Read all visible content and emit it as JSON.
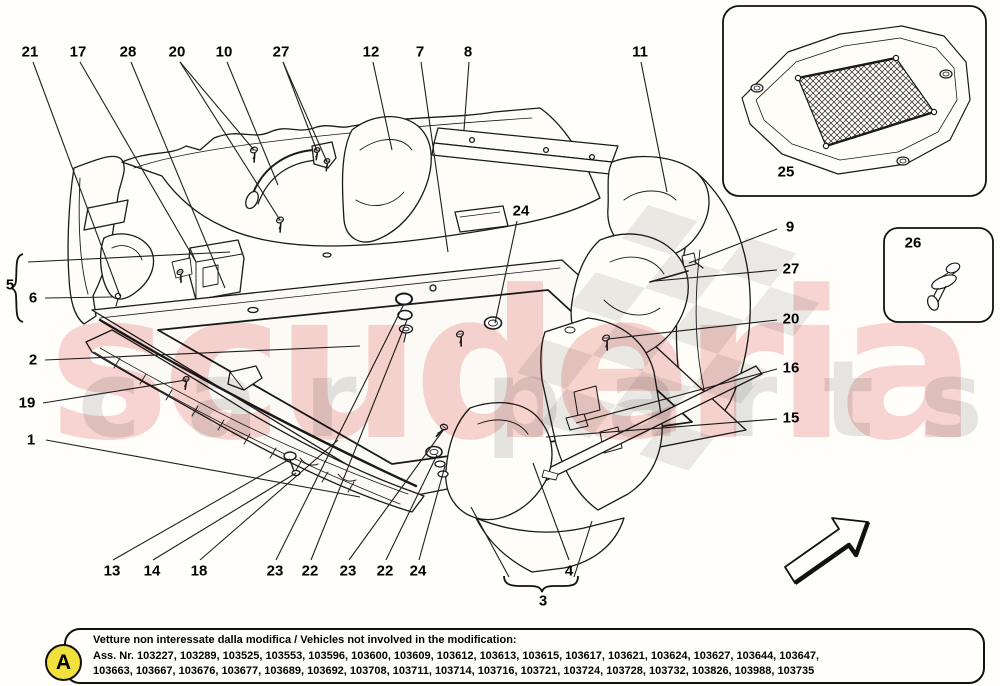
{
  "watermark": {
    "brand": "scuderia",
    "subtitle": "car parts",
    "brand_color": "#ec9b9b",
    "subtitle_color": "#dadada"
  },
  "callouts": {
    "top": [
      "21",
      "17",
      "28",
      "20",
      "10",
      "27",
      "12",
      "7",
      "8",
      "11"
    ],
    "left": [
      "5",
      "6",
      "2",
      "19",
      "1"
    ],
    "bottom": [
      "13",
      "14",
      "18",
      "23",
      "22",
      "23",
      "22",
      "24",
      "4",
      "3"
    ],
    "right": [
      "9",
      "27",
      "20",
      "16",
      "15"
    ],
    "center": [
      "24"
    ],
    "insets": [
      "25",
      "26"
    ]
  },
  "note": {
    "badge": "A",
    "line1": "Vetture non interessate dalla modifica / Vehicles not involved in the modification:",
    "line2": "Ass. Nr. 103227, 103289, 103525, 103553, 103596, 103600, 103609, 103612, 103613, 103615, 103617, 103621, 103624, 103627, 103644, 103647,",
    "line3": "103663, 103667, 103676, 103677, 103689, 103692, 103708, 103711, 103714, 103716, 103721, 103724, 103728, 103732, 103826, 103988, 103735"
  }
}
